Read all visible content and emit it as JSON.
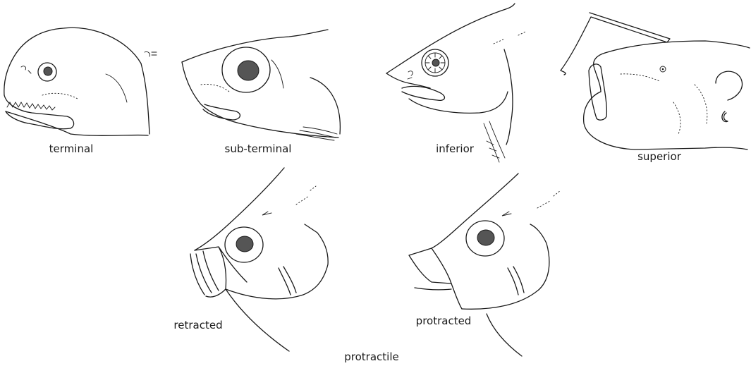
{
  "figure": {
    "labels": {
      "terminal": "terminal",
      "sub_terminal": "sub-terminal",
      "inferior": "inferior",
      "superior": "superior",
      "retracted": "retracted",
      "protracted": "protracted",
      "protractile": "protractile"
    }
  }
}
